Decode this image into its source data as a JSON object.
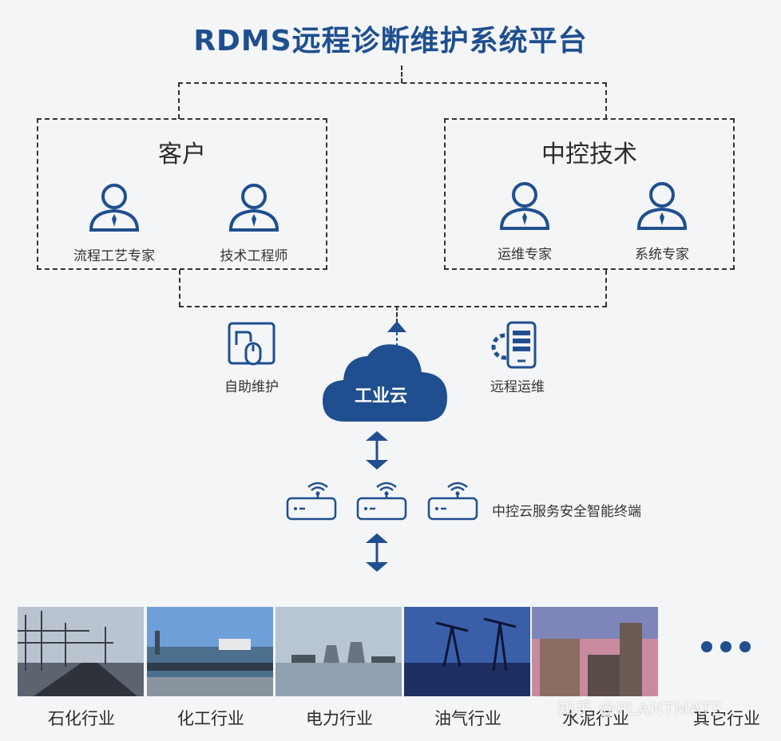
{
  "title": "RDMS远程诊断维护系统平台",
  "groups": {
    "customer": {
      "title": "客户",
      "people": [
        {
          "label": "流程工艺专家"
        },
        {
          "label": "技术工程师"
        }
      ]
    },
    "supcon": {
      "title": "中控技术",
      "people": [
        {
          "label": "运维专家"
        },
        {
          "label": "系统专家"
        }
      ]
    }
  },
  "self_service": {
    "label": "自助维护",
    "icon": "monitor-mouse-icon"
  },
  "remote_ops": {
    "label": "远程运维",
    "icon": "phone-gear-icon"
  },
  "cloud": {
    "label": "工业云",
    "icon": "cloud-icon"
  },
  "terminals": {
    "label": "中控云服务安全智能终端",
    "count": 3,
    "icon": "router-icon"
  },
  "industries": [
    {
      "label": "石化行业"
    },
    {
      "label": "化工行业"
    },
    {
      "label": "电力行业"
    },
    {
      "label": "油气行业"
    },
    {
      "label": "水泥行业"
    },
    {
      "label": "其它行业"
    }
  ],
  "watermark": "知乎 @PLANTMATE",
  "colors": {
    "accent": "#1f4f8f",
    "text": "#333333",
    "background": "#f4f5f7"
  }
}
